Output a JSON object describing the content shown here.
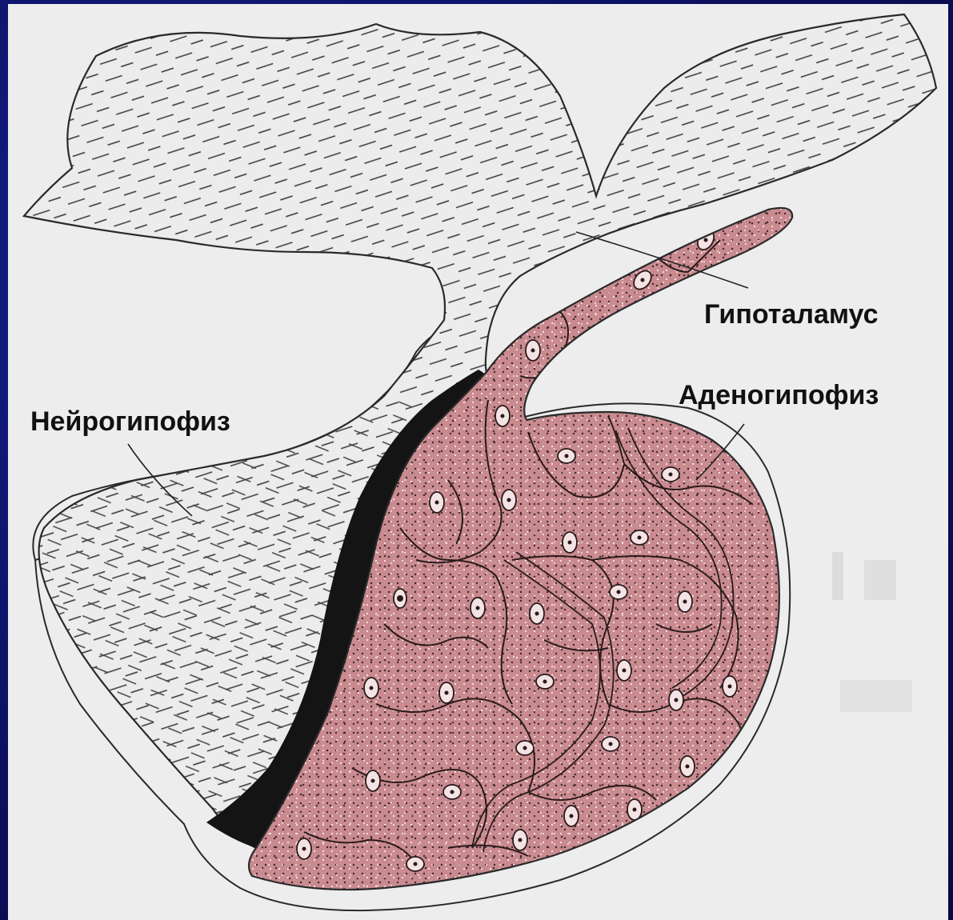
{
  "labels": {
    "hypothalamus": "Гипоталамус",
    "adenohypophysis": "Аденогипофиз",
    "neurohypophysis": "Нейрогипофиз"
  },
  "colors": {
    "background": "#0b0f5c",
    "panel": "#ededed",
    "gland_tissue": "#c98a90",
    "neural_tissue": "#ececec",
    "pars_intermedia": "#141414",
    "outline": "#2a2a2a"
  }
}
